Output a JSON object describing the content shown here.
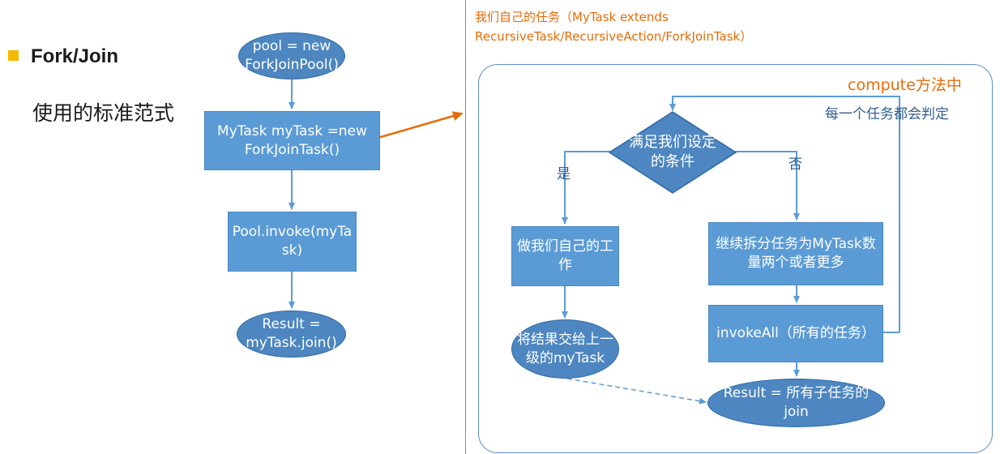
{
  "left": {
    "title": "Fork/Join",
    "subtitle": "使用的标准范式"
  },
  "flow": {
    "pool": "pool = new ForkJoinPool()",
    "task": "MyTask myTask =new ForkJoinTask()",
    "invoke": "Pool.invoke(myTask)",
    "result": "Result = myTask.join()"
  },
  "right": {
    "header_line1": "我们自己的任务（MyTask extends",
    "header_line2": "RecursiveTask/RecursiveAction/ForkJoinTask）",
    "compute_label": "compute方法中",
    "check_label": "每一个任务都会判定",
    "condition": "满足我们设定的条件",
    "yes": "是",
    "no": "否",
    "do_work": "做我们自己的工作",
    "split": "继续拆分任务为MyTask数量两个或者更多",
    "invoke_all": "invokeAll（所有的任务）",
    "return_up": "将结果交给上一级的myTask",
    "join_result": "Result = 所有子任务的join"
  },
  "colors": {
    "node_fill": "#5b9bd5",
    "oval_fill": "#4d86c0",
    "accent": "#e46c0a",
    "bullet": "#f5b800",
    "line": "#5b9bd5"
  }
}
